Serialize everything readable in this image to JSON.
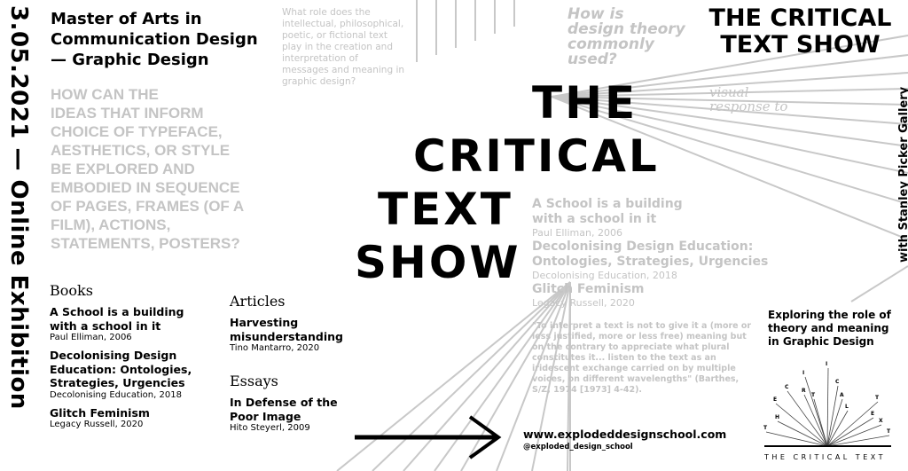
{
  "date_line": "3.05.2021 — Online Exhibition",
  "programme": [
    "Master of Arts in",
    "Communication Design",
    "— Graphic Design"
  ],
  "show_title": [
    "THE CRITICAL",
    "TEXT SHOW"
  ],
  "gallery": "with Stanley Picker Gallery",
  "big_title": [
    "THE",
    "CRITICAL",
    "TEXT",
    "SHOW"
  ],
  "questions": {
    "role": "What role does the intellectual, philosophical, poetic, or fictional text play in the creation and interpretation of messages and meaning in graphic design?",
    "how": [
      "How is",
      "design theory",
      "commonly",
      "used?"
    ],
    "visual": [
      "visual",
      "response to"
    ],
    "ideas": "HOW     CAN     THE\nIDEAS   THAT   INFORM\nCHOICE   OF   TYPEFACE,\nAESTHETICS,  OR  STYLE\nBE     EXPLORED     AND\nEMBODIED IN SEQUENCE\nOF PAGES, FRAMES (OF A\nFILM),          ACTIONS,\nSTATEMENTS, POSTERS?",
    "quote": "\"To interpret a text is not to give it a (more or less justified, more or less free) meaning but on the contrary to appreciate what plural constitutes it... listen to the text as an iridescent exchange carried on by multiple voices, on different wavelengths\" (Barthes, S/Z, 1974 [1973] 4-42)."
  },
  "echo": [
    {
      "title": "A School is a building",
      "title2": "with a school in it",
      "sub": "Paul Elliman, 2006"
    },
    {
      "title": "Decolonising Design Education:",
      "title2": "Ontologies, Strategies, Urgencies",
      "sub": "Decolonising Education, 2018"
    },
    {
      "title": "Glitch Feminism",
      "title2": "",
      "sub": "Legacy Russell, 2020"
    }
  ],
  "books": {
    "heading": "Books",
    "items": [
      {
        "title": "A School is a building with a school in it",
        "author": "Paul Elliman, 2006"
      },
      {
        "title": "Decolonising Design Education: Ontologies, Strategies, Urgencies",
        "author": "Decolonising Education, 2018"
      },
      {
        "title": "Glitch Feminism",
        "author": "Legacy Russell, 2020"
      }
    ]
  },
  "articles": {
    "heading": "Articles",
    "items": [
      {
        "title": "Harvesting misunderstanding",
        "author": "Tino Mantarro, 2020"
      }
    ]
  },
  "essays": {
    "heading": "Essays",
    "items": [
      {
        "title": "In Defense of the Poor Image",
        "author": "Hito Steyerl, 2009"
      }
    ]
  },
  "website": "www.explodeddesignschool.com",
  "handle": "@exploded_design_school",
  "tagline": [
    "Exploring the role of",
    "theory and meaning",
    "in Graphic Design"
  ],
  "logo": {
    "text": "THE CRITICAL TEXT",
    "icon": "fan-letters-logo"
  },
  "colors": {
    "ink": "#000000",
    "gray": "#c4c4c4",
    "background": "#ffffff"
  }
}
